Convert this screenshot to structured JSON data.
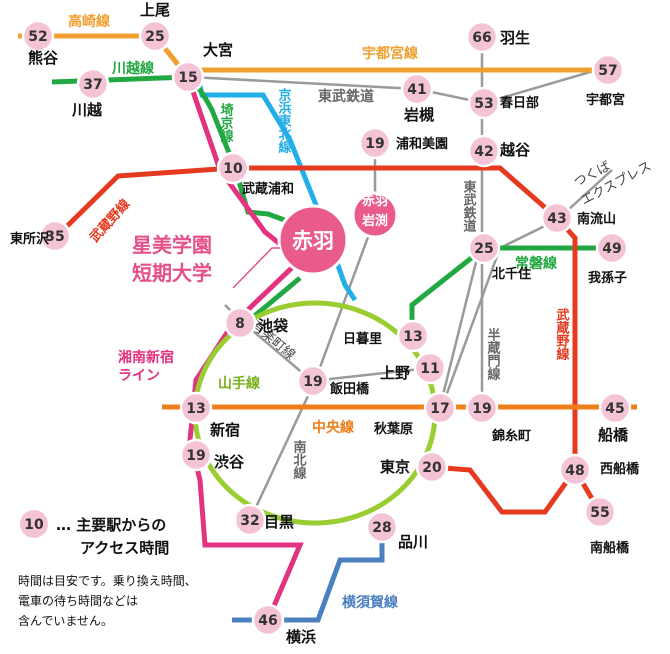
{
  "lines": {
    "takasaki": "高崎線",
    "kawagoe": "川越線",
    "utsunomiya": "宇都宮線",
    "tobu_tetsudo_1": "東武鉄道",
    "saikyo": "埼京線",
    "keihin_tohoku": "京浜東北線",
    "musashino_1": "武蔵野線",
    "tsukuba": "つくばエクスプレス",
    "tobu_tetsudo_2": "東武鉄道",
    "joban": "常磐線",
    "musashino_2": "武蔵野線",
    "shonan_shinjuku": "湘南新宿ライン",
    "yurakucho": "有楽町線",
    "yamanote": "山手線",
    "hanzomon": "半蔵門線",
    "chuo": "中央線",
    "nanboku": "南北線",
    "yokosuka": "横須賀線"
  },
  "stations": {
    "kumagaya": {
      "name": "熊谷",
      "time": "52"
    },
    "ageo": {
      "name": "上尾",
      "time": "25"
    },
    "omiya": {
      "name": "大宮",
      "time": "15"
    },
    "kawagoe": {
      "name": "川越",
      "time": "37"
    },
    "hanyu": {
      "name": "羽生",
      "time": "66"
    },
    "utsunomiya": {
      "name": "宇都宮",
      "time": "57"
    },
    "iwatsuki": {
      "name": "岩槻",
      "time": "41"
    },
    "kasukabe": {
      "name": "春日部",
      "time": "53"
    },
    "urawa_misono": {
      "name": "浦和美園",
      "time": "19"
    },
    "koshigaya": {
      "name": "越谷",
      "time": "42"
    },
    "musashi_urawa": {
      "name": "武蔵浦和",
      "time": "10"
    },
    "higashi_tokorozawa": {
      "name": "東所沢",
      "time": "35"
    },
    "minami_nagareyama": {
      "name": "南流山",
      "time": "43"
    },
    "kita_senju": {
      "name": "北千住",
      "time": "25"
    },
    "abiko": {
      "name": "我孫子",
      "time": "49"
    },
    "ikebukuro": {
      "name": "池袋",
      "time": "8"
    },
    "nippori": {
      "name": "日暮里",
      "time": "13"
    },
    "ueno": {
      "name": "上野",
      "time": "11"
    },
    "iidabashi": {
      "name": "飯田橋",
      "time": "19"
    },
    "shinjuku": {
      "name": "新宿",
      "time": "13"
    },
    "akihabara": {
      "name": "秋葉原",
      "time": "17"
    },
    "kinshicho": {
      "name": "錦糸町",
      "time": "19"
    },
    "funabashi": {
      "name": "船橋",
      "time": "45"
    },
    "shibuya": {
      "name": "渋谷",
      "time": "19"
    },
    "tokyo": {
      "name": "東京",
      "time": "20"
    },
    "nishi_funabashi": {
      "name": "西船橋",
      "time": "48"
    },
    "meguro": {
      "name": "目黒",
      "time": "32"
    },
    "shinagawa": {
      "name": "品川",
      "time": "28"
    },
    "minami_funabashi": {
      "name": "南船橋",
      "time": "55"
    },
    "yokohama": {
      "name": "横浜",
      "time": "46"
    }
  },
  "center": {
    "akabane": "赤羽",
    "akabane_iwabuchi": "赤羽岩渕",
    "school": "星美学園短期大学"
  },
  "legend": {
    "sample": "10",
    "label_line1": "… 主要駅からの",
    "label_line2": "アクセス時間",
    "note1": "時間は目安です。乗り換え時間、",
    "note2": "電車の待ち時間などは",
    "note3": "含んでいません。"
  },
  "colors": {
    "takasaki": "#f0a030",
    "utsunomiya": "#f0a030",
    "kawagoe": "#22a842",
    "saikyo": "#22a842",
    "joban": "#22a842",
    "keihin_tohoku": "#22aee8",
    "musashino": "#e53a1f",
    "shonan_shinjuku": "#e3327f",
    "yamanote": "#9acd32",
    "chuo": "#ef7d1a",
    "yokosuka": "#4a7fc0",
    "subway": "#999999",
    "station": "#f4c4d6",
    "akabane": "#e85b8a",
    "school": "#e3508a"
  }
}
